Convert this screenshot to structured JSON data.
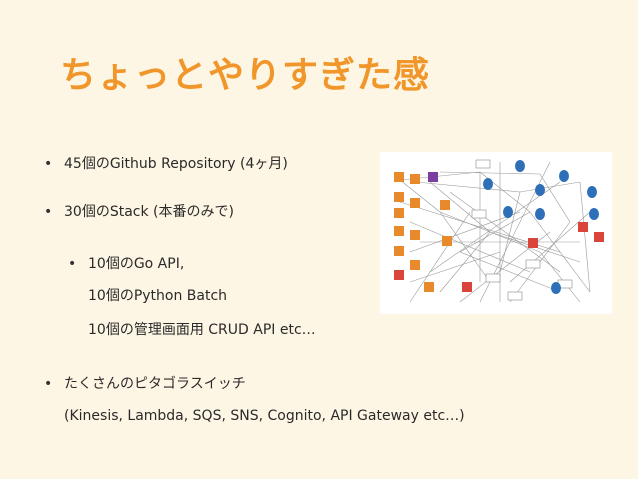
{
  "slide": {
    "title": "ちょっとやりすぎた感",
    "bullets": [
      {
        "text": "45個のGithub Repository (4ヶ月)"
      },
      {
        "text": "30個のStack (本番のみで)"
      },
      {
        "text": "10個のGo API,",
        "sub_lines": [
          "10個のPython Batch",
          "10個の管理画面用 CRUD API etc…"
        ]
      },
      {
        "text": "たくさんのピタゴラスイッチ",
        "sub_lines": [
          "(Kinesis, Lambda, SQS, SNS, Cognito, API Gateway etc…)"
        ]
      }
    ],
    "bullet_glyph": "•"
  },
  "colors": {
    "background": "#fef6e4",
    "title": "#f0962a",
    "text": "#2a2a2a",
    "aws_orange": "#e8892b",
    "aws_blue": "#2e6fb8",
    "aws_purple": "#7b3fa0",
    "aws_red": "#d9453b"
  }
}
